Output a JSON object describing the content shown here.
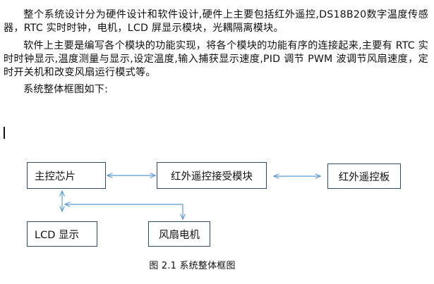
{
  "paragraphs": [
    "整个系统设计分为硬件设计和软件设计,硬件上主要包括红外遥控,DS18B20数字温度传感器，RTC 实时时钟，电机，LCD 屏显示模块，光耦隔离模块。",
    "软件上主要是编写各个模块的功能实现，将各个模块的功能有序的连接起来,主要有 RTC 实时时钟显示,温度测量与显示,设定温度,输入捕获显示速度,PID 调节 PWM 波调节风扇速度，定时开关机和改变风扇运行模式等。",
    "系统整体框图如下:"
  ],
  "diagram": {
    "main_chip": "主控芯片",
    "ir_receiver": "红外遥控接受模块",
    "ir_remote": "红外遥控板",
    "lcd": "LCD 显示",
    "fan_motor": "风扇电机",
    "arrow_color": "#5b9bd5"
  },
  "caption": "图 2.1 系统整体框图"
}
